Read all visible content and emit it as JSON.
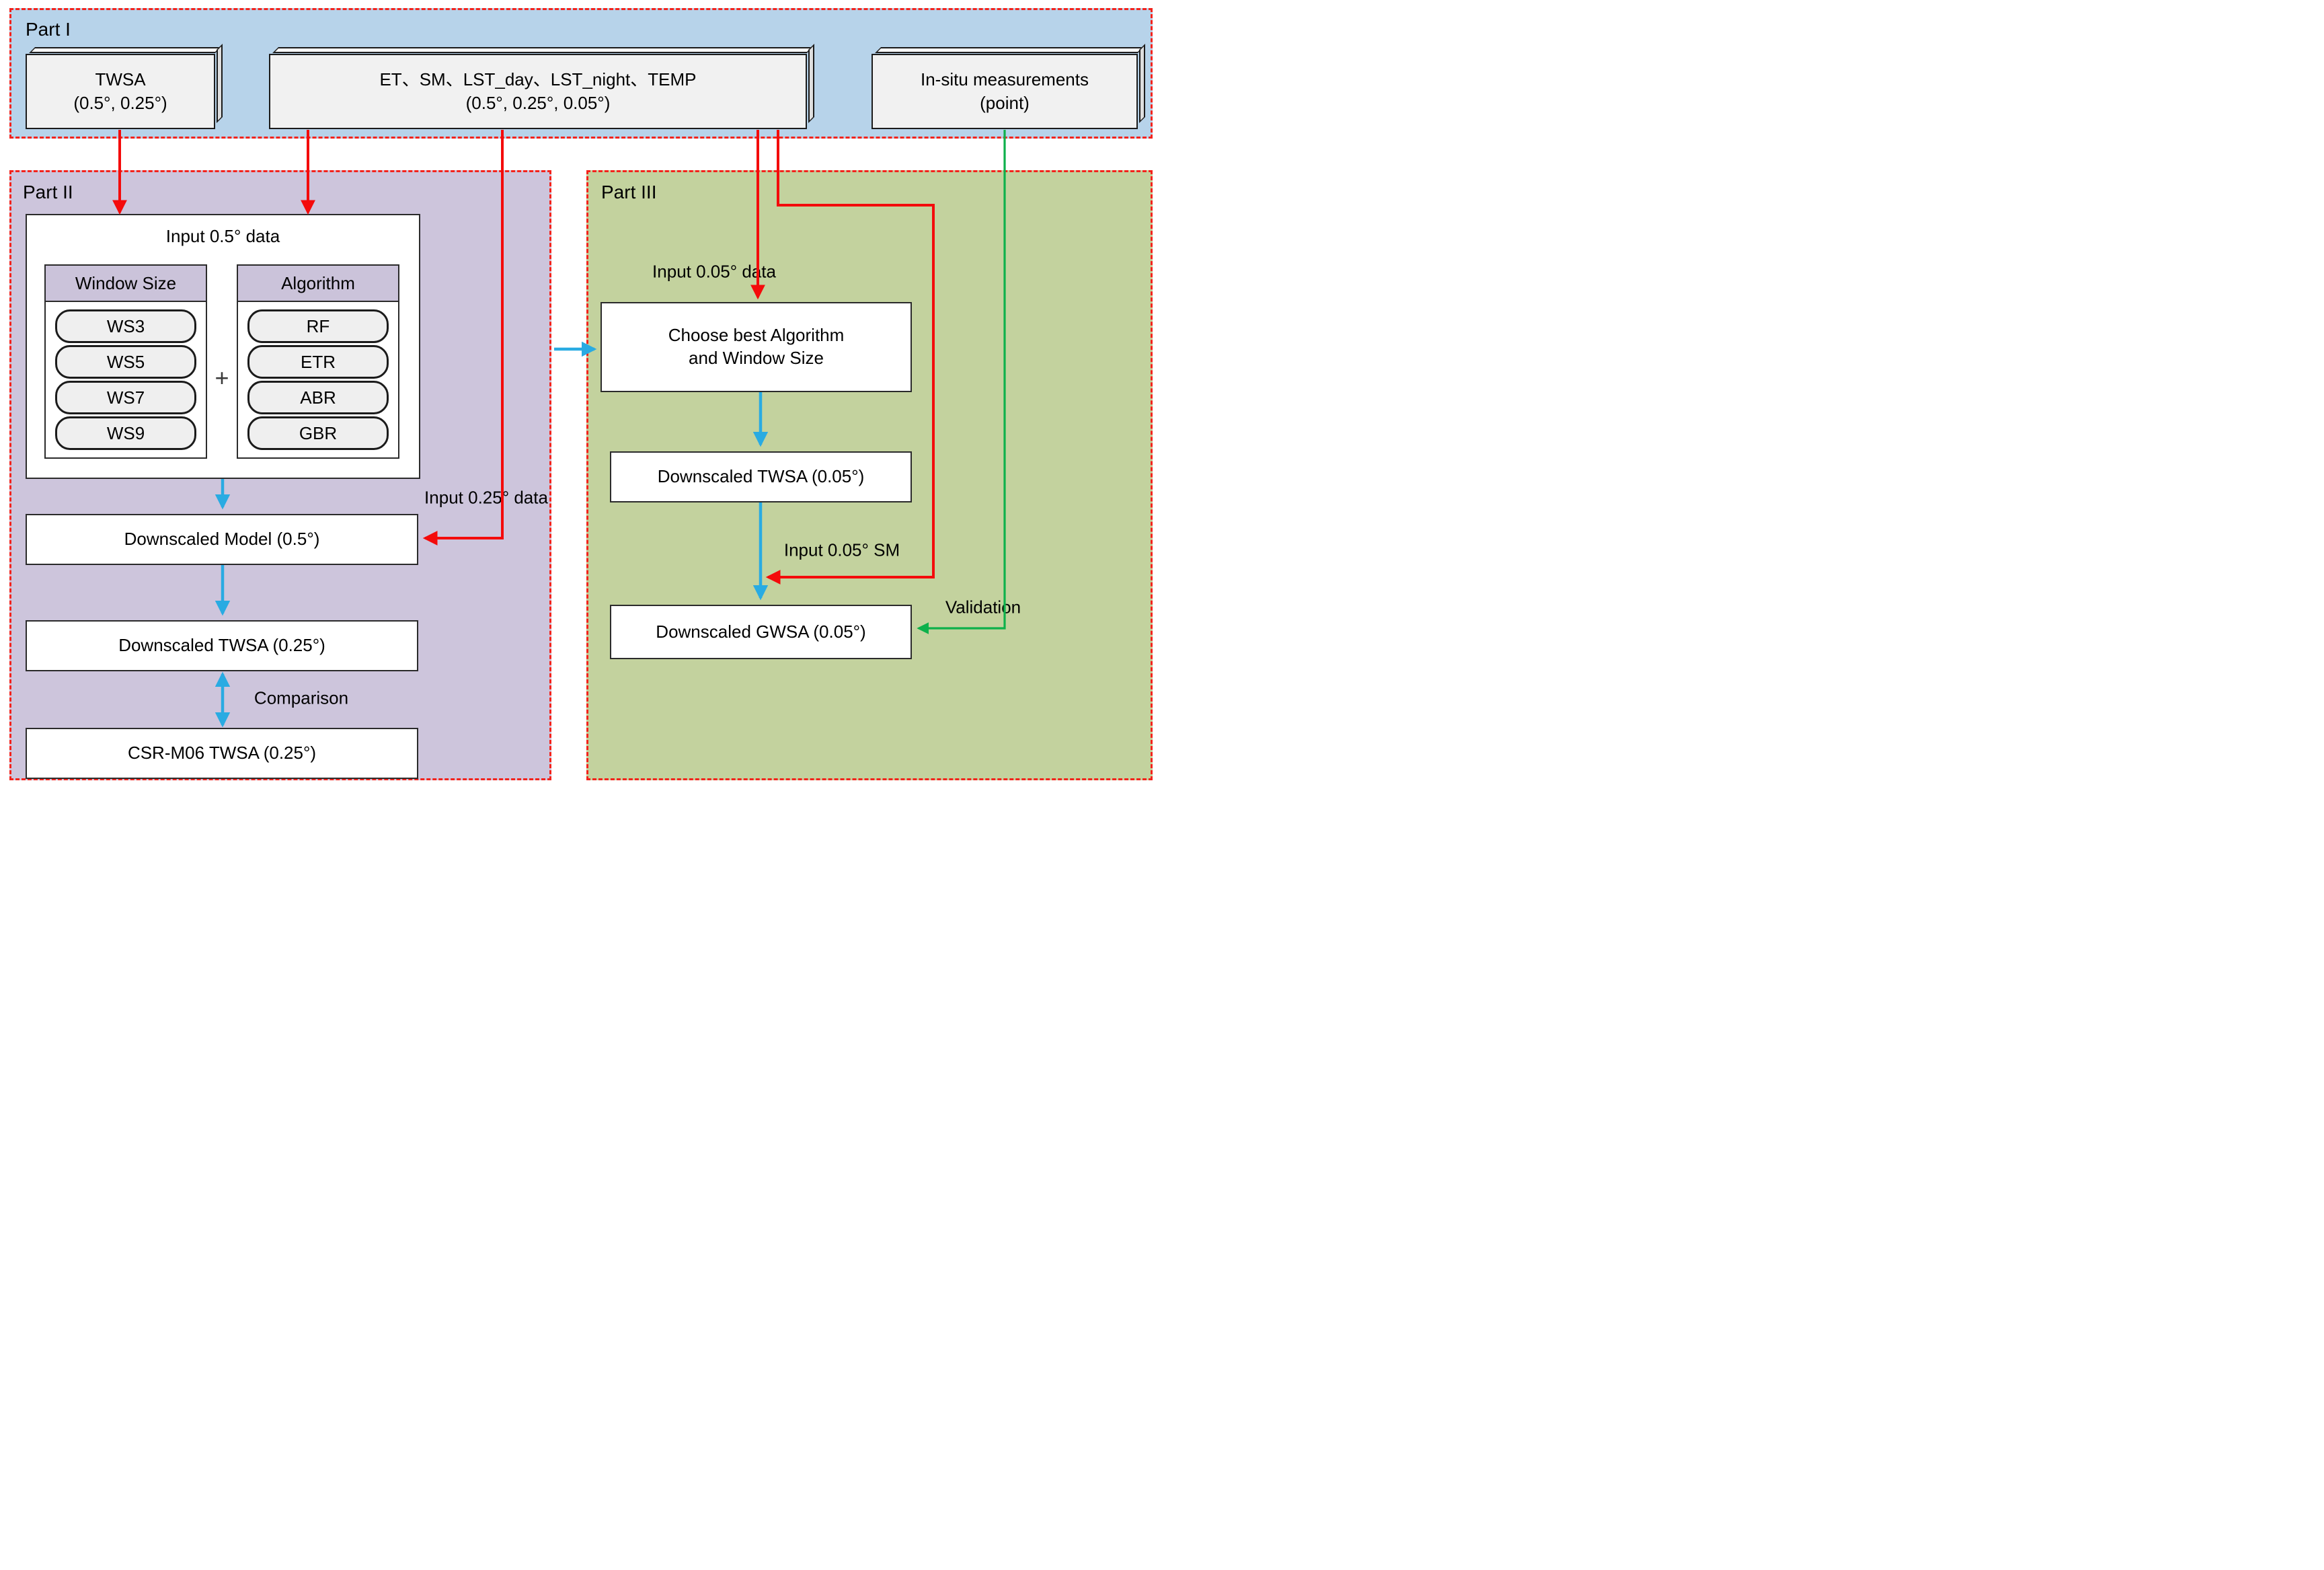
{
  "colors": {
    "part1_bg": "#b7d3ea",
    "part2_bg": "#cdc5dc",
    "part3_bg": "#c3d29e",
    "dashed_border_red": "#f3231c",
    "arrow_red": "#f40b0b",
    "arrow_blue": "#29abe2",
    "arrow_green": "#0db14b",
    "box_fill_3d": "#f1f1f1",
    "pill_fill": "#efefef",
    "column_header_fill": "#cbc3da"
  },
  "part1": {
    "label": "Part I",
    "twsa_box": {
      "line1": "TWSA",
      "line2": "(0.5°, 0.25°)"
    },
    "predictors_box": {
      "line1": "ET、SM、LST_day、LST_night、TEMP",
      "line2": "(0.5°, 0.25°, 0.05°)"
    },
    "insitu_box": {
      "line1": "In-situ measurements",
      "line2": "(point)"
    }
  },
  "part2": {
    "label": "Part II",
    "input_box": {
      "title": "Input 0.5° data",
      "window_size": {
        "header": "Window Size",
        "items": [
          "WS3",
          "WS5",
          "WS7",
          "WS9"
        ]
      },
      "plus": "+",
      "algorithm": {
        "header": "Algorithm",
        "items": [
          "RF",
          "ETR",
          "ABR",
          "GBR"
        ]
      }
    },
    "input_025_label": "Input 0.25° data",
    "downscaled_model": "Downscaled Model (0.5°)",
    "downscaled_twsa": "Downscaled TWSA (0.25°)",
    "comparison_label": "Comparison",
    "csr_box": "CSR-M06 TWSA (0.25°)"
  },
  "part3": {
    "label": "Part III",
    "input_005_label": "Input 0.05° data",
    "choose_box": {
      "line1": "Choose best Algorithm",
      "line2": "and Window Size"
    },
    "downscaled_twsa": "Downscaled TWSA (0.05°)",
    "input_sm_label": "Input 0.05° SM",
    "downscaled_gwsa": "Downscaled GWSA (0.05°)",
    "validation_label": "Validation"
  }
}
